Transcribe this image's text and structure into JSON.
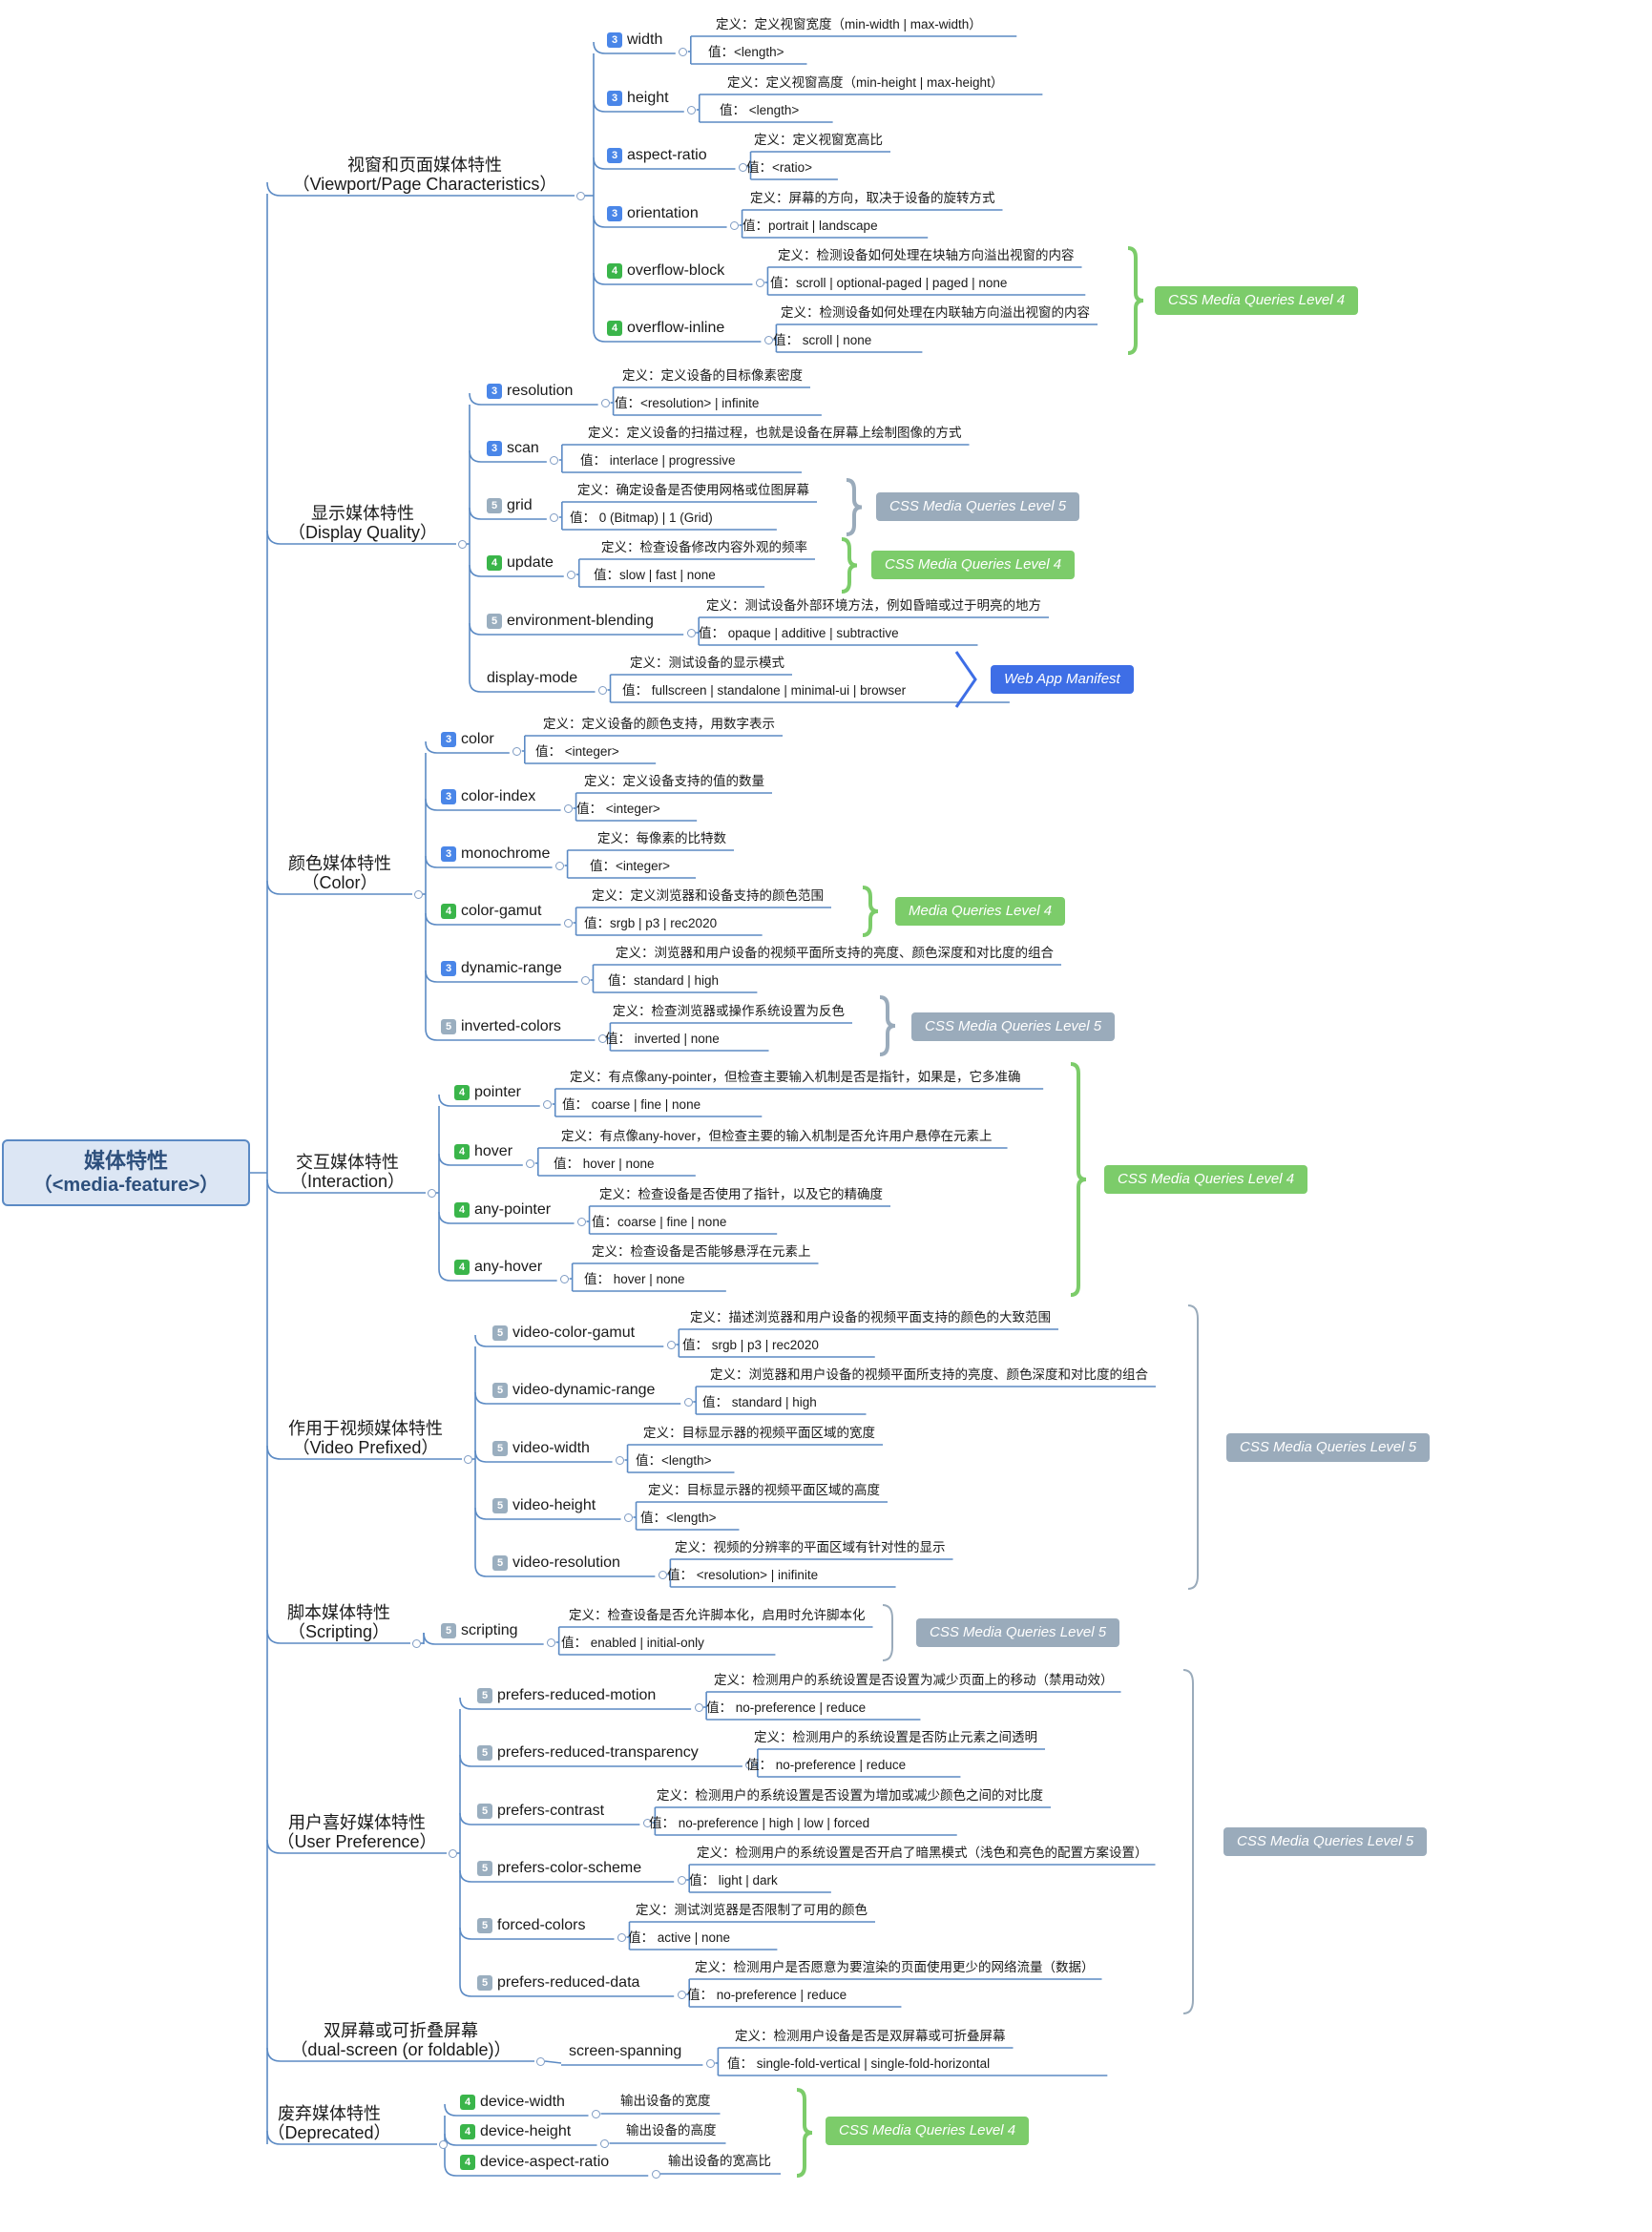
{
  "root": {
    "title": "媒体特性",
    "subtitle": "（<media-feature>）"
  },
  "categories": [
    {
      "title": "视窗和页面媒体特性",
      "subtitle": "（Viewport/Page Characteristics）",
      "features": [
        {
          "name": "width",
          "level": "3",
          "def": "定义：定义视窗宽度（min-width | max-width）",
          "val": "值：<length>"
        },
        {
          "name": "height",
          "level": "3",
          "def": "定义：定义视窗高度（min-height | max-height）",
          "val": "值：  <length>"
        },
        {
          "name": "aspect-ratio",
          "level": "3",
          "def": "定义：定义视窗宽高比",
          "val": "值：<ratio>"
        },
        {
          "name": "orientation",
          "level": "3",
          "def": "定义：屏幕的方向，取决于设备的旋转方式",
          "val": "值：portrait | landscape"
        },
        {
          "name": "overflow-block",
          "level": "4",
          "def": "定义：检测设备如何处理在块轴方向溢出视窗的内容",
          "val": "值：scroll | optional-paged | paged | none"
        },
        {
          "name": "overflow-inline",
          "level": "4",
          "def": "定义：检测设备如何处理在内联轴方向溢出视窗的内容",
          "val": "值：  scroll | none"
        }
      ]
    },
    {
      "title": "显示媒体特性",
      "subtitle": "（Display Quality）",
      "features": [
        {
          "name": "resolution",
          "level": "3",
          "def": "定义：定义设备的目标像素密度",
          "val": "值：<resolution> | infinite"
        },
        {
          "name": "scan",
          "level": "3",
          "def": "定义：定义设备的扫描过程，也就是设备在屏幕上绘制图像的方式",
          "val": "值：  interlace | progressive"
        },
        {
          "name": "grid",
          "level": "5",
          "def": "定义：确定设备是否使用网格或位图屏幕",
          "val": "值：  0 (Bitmap) | 1 (Grid)"
        },
        {
          "name": "update",
          "level": "4",
          "def": "定义：检查设备修改内容外观的频率",
          "val": "值：slow | fast | none"
        },
        {
          "name": "environment-blending",
          "level": "5",
          "def": "定义：测试设备外部环境方法，例如昏暗或过于明亮的地方",
          "val": "值：  opaque | additive | subtractive"
        },
        {
          "name": "display-mode",
          "level": "",
          "def": "定义：测试设备的显示模式",
          "val": "值：  fullscreen | standalone | minimal-ui | browser"
        }
      ]
    },
    {
      "title": "颜色媒体特性",
      "subtitle": "（Color）",
      "features": [
        {
          "name": "color",
          "level": "3",
          "def": "定义：定义设备的颜色支持，用数字表示",
          "val": "值：  <integer>"
        },
        {
          "name": "color-index",
          "level": "3",
          "def": "定义：定义设备支持的值的数量",
          "val": "值：  <integer>"
        },
        {
          "name": "monochrome",
          "level": "3",
          "def": "定义：每像素的比特数",
          "val": "值：<integer>"
        },
        {
          "name": "color-gamut",
          "level": "4",
          "def": "定义：定义浏览器和设备支持的颜色范围",
          "val": "值：srgb | p3 | rec2020"
        },
        {
          "name": "dynamic-range",
          "level": "3",
          "def": "定义：浏览器和用户设备的视频平面所支持的亮度、颜色深度和对比度的组合",
          "val": "值：standard | high"
        },
        {
          "name": "inverted-colors",
          "level": "5",
          "def": "定义：检查浏览器或操作系统设置为反色",
          "val": "值：  inverted | none"
        }
      ]
    },
    {
      "title": "交互媒体特性",
      "subtitle": "（Interaction）",
      "features": [
        {
          "name": "pointer",
          "level": "4",
          "def": "定义：有点像any-pointer，但检查主要输入机制是否是指针，如果是，它多准确",
          "val": "值：  coarse | fine | none"
        },
        {
          "name": "hover",
          "level": "4",
          "def": "定义：有点像any-hover，但检查主要的输入机制是否允许用户悬停在元素上",
          "val": "值：  hover | none"
        },
        {
          "name": "any-pointer",
          "level": "4",
          "def": "定义：检查设备是否使用了指针，以及它的精确度",
          "val": "值：coarse | fine | none"
        },
        {
          "name": "any-hover",
          "level": "4",
          "def": "定义：检查设备是否能够悬浮在元素上",
          "val": "值：  hover | none"
        }
      ]
    },
    {
      "title": "作用于视频媒体特性",
      "subtitle": "（Video Prefixed）",
      "features": [
        {
          "name": "video-color-gamut",
          "level": "5",
          "def": "定义：描述浏览器和用户设备的视频平面支持的颜色的大致范围",
          "val": "值：  srgb | p3 | rec2020"
        },
        {
          "name": "video-dynamic-range",
          "level": "5",
          "def": "定义：浏览器和用户设备的视频平面所支持的亮度、颜色深度和对比度的组合",
          "val": "值：  standard | high"
        },
        {
          "name": "video-width",
          "level": "5",
          "def": "定义：目标显示器的视频平面区域的宽度",
          "val": "值：<length>"
        },
        {
          "name": "video-height",
          "level": "5",
          "def": "定义：目标显示器的视频平面区域的高度",
          "val": "值：<length>"
        },
        {
          "name": "video-resolution",
          "level": "5",
          "def": "定义：视频的分辨率的平面区域有针对性的显示",
          "val": "值：  <resolution> | inifinite"
        }
      ]
    },
    {
      "title": "脚本媒体特性",
      "subtitle": "（Scripting）",
      "features": [
        {
          "name": "scripting",
          "level": "5",
          "def": "定义：检查设备是否允许脚本化，启用时允许脚本化",
          "val": "值：  enabled | initial-only"
        }
      ]
    },
    {
      "title": "用户喜好媒体特性",
      "subtitle": "（User Preference）",
      "features": [
        {
          "name": "prefers-reduced-motion",
          "level": "5",
          "def": "定义：检测用户的系统设置是否设置为减少页面上的移动（禁用动效）",
          "val": "值：  no-preference | reduce"
        },
        {
          "name": "prefers-reduced-transparency",
          "level": "5",
          "def": "定义：检测用户的系统设置是否防止元素之间透明",
          "val": "值：  no-preference | reduce"
        },
        {
          "name": "prefers-contrast",
          "level": "5",
          "def": "定义：检测用户的系统设置是否设置为增加或减少颜色之间的对比度",
          "val": "值：  no-preference | high | low | forced"
        },
        {
          "name": "prefers-color-scheme",
          "level": "5",
          "def": "定义：检测用户的系统设置是否开启了暗黑模式（浅色和亮色的配置方案设置）",
          "val": "值：  light | dark"
        },
        {
          "name": "forced-colors",
          "level": "5",
          "def": "定义：测试浏览器是否限制了可用的颜色",
          "val": "值：  active | none"
        },
        {
          "name": "prefers-reduced-data",
          "level": "5",
          "def": "定义：检测用户是否愿意为要渲染的页面使用更少的网络流量（数据）",
          "val": "值：  no-preference | reduce"
        }
      ]
    },
    {
      "title": "双屏幕或可折叠屏幕",
      "subtitle": "（dual-screen (or foldable)）",
      "features": [
        {
          "name": "screen-spanning",
          "level": "",
          "def": "定义：检测用户设备是否是双屏幕或可折叠屏幕",
          "val": "值：  single-fold-vertical | single-fold-horizontal"
        }
      ]
    },
    {
      "title": "废弃媒体特性",
      "subtitle": "（Deprecated）",
      "features": [
        {
          "name": "device-width",
          "level": "4",
          "single": "输出设备的宽度"
        },
        {
          "name": "device-height",
          "level": "4",
          "single": "输出设备的高度"
        },
        {
          "name": "device-aspect-ratio",
          "level": "4",
          "single": "输出设备的宽高比"
        }
      ]
    }
  ],
  "tags": [
    {
      "text": "CSS Media Queries Level 4",
      "color": "#7ccc6a"
    },
    {
      "text": "CSS Media Queries Level 5",
      "color": "#9aabbb"
    },
    {
      "text": "CSS Media Queries Level 4",
      "color": "#7ccc6a"
    },
    {
      "text": "Web App Manifest",
      "color": "#3e6ee6"
    },
    {
      "text": "Media Queries Level 4",
      "color": "#7ccc6a"
    },
    {
      "text": "CSS Media Queries Level 5",
      "color": "#9aabbb"
    },
    {
      "text": "CSS Media Queries Level 4",
      "color": "#7ccc6a"
    },
    {
      "text": "CSS Media Queries Level 5",
      "color": "#9aabbb"
    },
    {
      "text": "CSS Media Queries Level 5",
      "color": "#9aabbb"
    },
    {
      "text": "CSS Media Queries Level 5",
      "color": "#9aabbb"
    },
    {
      "text": "CSS Media Queries Level 4",
      "color": "#7ccc6a"
    }
  ],
  "colors": {
    "line": "#5b8ac4",
    "root_fill": "#dce6f4",
    "level3": "#4a86e8",
    "level4": "#3ab54a",
    "level5": "#9aaebf"
  }
}
